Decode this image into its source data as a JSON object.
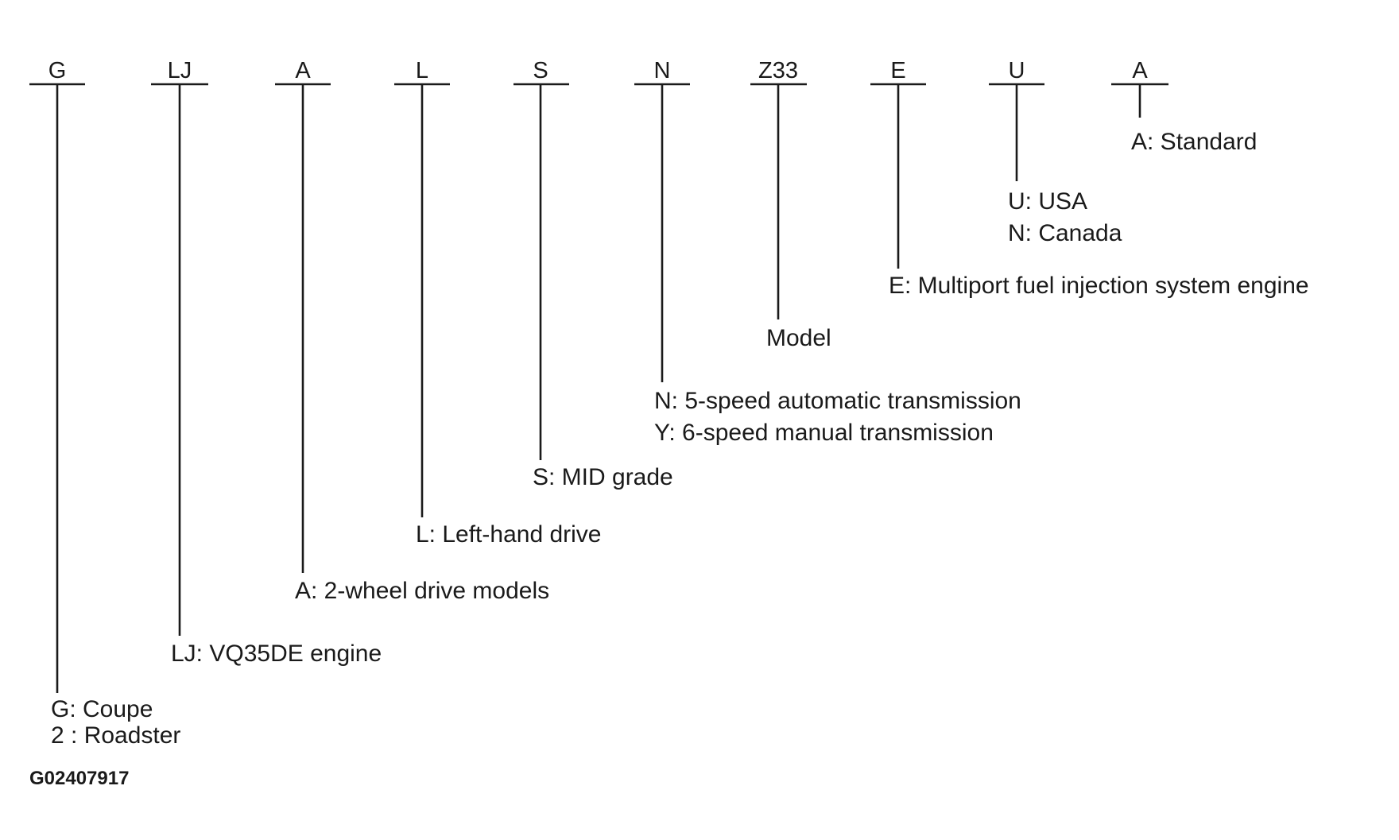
{
  "diagram": {
    "codes": [
      "G",
      "LJ",
      "A",
      "L",
      "S",
      "N",
      "Z33",
      "E",
      "U",
      "A"
    ],
    "descriptions": [
      [
        "G: Coupe",
        "2 : Roadster"
      ],
      [
        "LJ: VQ35DE engine"
      ],
      [
        "A: 2-wheel drive models"
      ],
      [
        "L: Left-hand drive"
      ],
      [
        "S: MID grade"
      ],
      [
        "N: 5-speed automatic transmission",
        "Y: 6-speed manual transmission"
      ],
      [
        "Model"
      ],
      [
        "E: Multiport fuel injection system engine"
      ],
      [
        "U: USA",
        "N: Canada"
      ],
      [
        "A: Standard"
      ]
    ],
    "reference_code": "G02407917"
  }
}
